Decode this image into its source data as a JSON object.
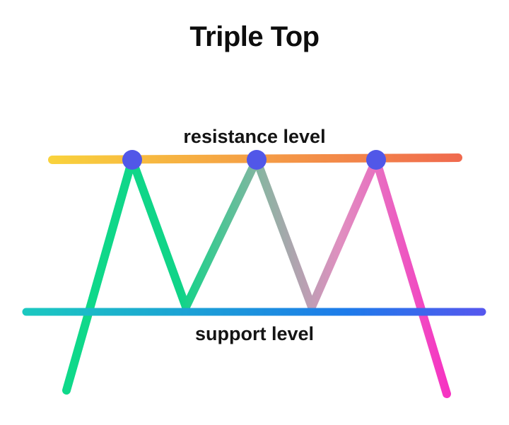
{
  "title": "Triple Top",
  "resistance": {
    "label": "resistance level",
    "color_start": "#F9D23C",
    "color_end": "#F06A4E"
  },
  "support": {
    "label": "support level",
    "color_start": "#1BC8C0",
    "color_end": "#5557EE"
  },
  "peak_marker_color": "#5157E8",
  "price_line_colors": {
    "start": "#0FD98A",
    "middle": "#8DB3A3",
    "end": "#F633C2"
  },
  "peaks": [
    "peak-1",
    "peak-2",
    "peak-3"
  ]
}
